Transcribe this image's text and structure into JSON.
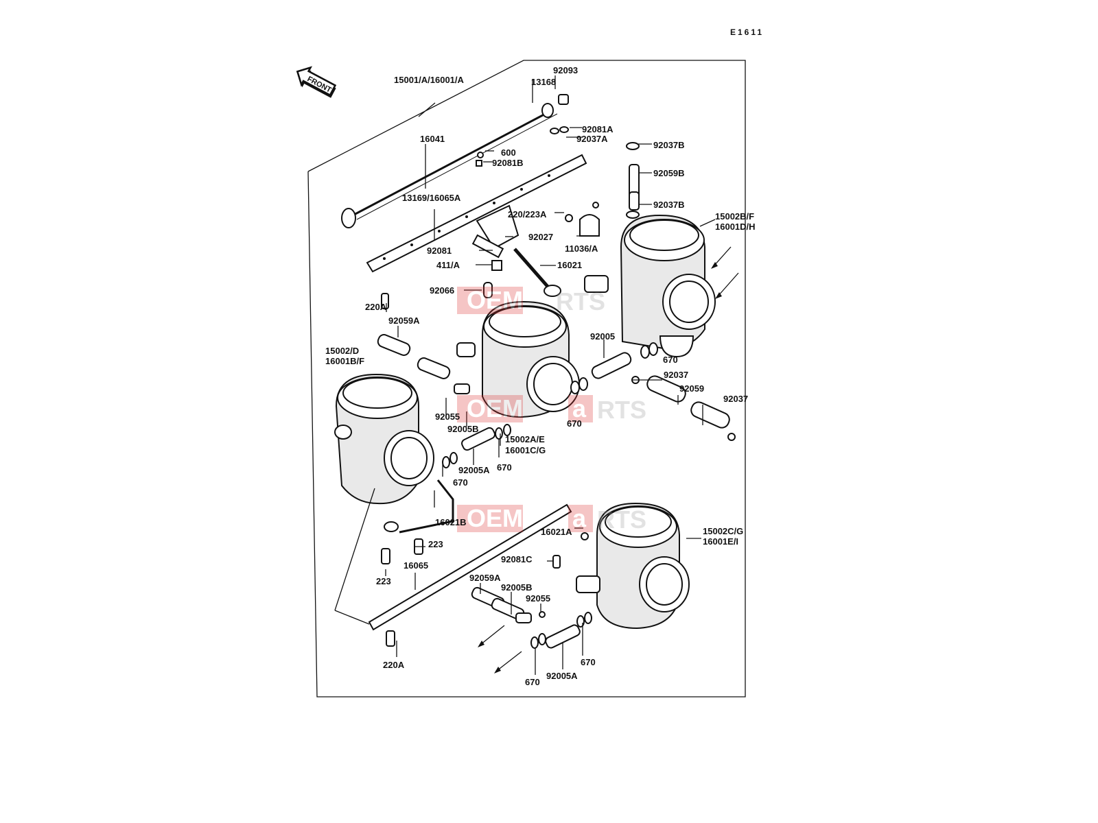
{
  "diagram_code": "E1611",
  "front_label": "FRONT",
  "watermark": {
    "left": "OEM",
    "right": "RTS",
    "accent": "a"
  },
  "callouts": [
    {
      "id": "c01",
      "text": "92093"
    },
    {
      "id": "c02",
      "text": "15001/A/16001/A"
    },
    {
      "id": "c03",
      "text": "13168"
    },
    {
      "id": "c04",
      "text": "92081A"
    },
    {
      "id": "c05",
      "text": "92037A"
    },
    {
      "id": "c06",
      "text": "16041"
    },
    {
      "id": "c07",
      "text": "600"
    },
    {
      "id": "c08",
      "text": "92081B"
    },
    {
      "id": "c09",
      "text": "92037B"
    },
    {
      "id": "c10",
      "text": "92059B"
    },
    {
      "id": "c11",
      "text": "13169/16065A"
    },
    {
      "id": "c12",
      "text": "220/223A"
    },
    {
      "id": "c13",
      "text": "92037B"
    },
    {
      "id": "c14",
      "text": "15002B/F"
    },
    {
      "id": "c15",
      "text": "16001D/H"
    },
    {
      "id": "c16",
      "text": "92027"
    },
    {
      "id": "c17",
      "text": "11036/A"
    },
    {
      "id": "c18",
      "text": "92081"
    },
    {
      "id": "c19",
      "text": "411/A"
    },
    {
      "id": "c20",
      "text": "16021"
    },
    {
      "id": "c21",
      "text": "92066"
    },
    {
      "id": "c22",
      "text": "220A"
    },
    {
      "id": "c23",
      "text": "92059A"
    },
    {
      "id": "c24",
      "text": "92005"
    },
    {
      "id": "c25",
      "text": "670"
    },
    {
      "id": "c26",
      "text": "15002/D"
    },
    {
      "id": "c27",
      "text": "16001B/F"
    },
    {
      "id": "c28",
      "text": "92037"
    },
    {
      "id": "c29",
      "text": "92059"
    },
    {
      "id": "c30",
      "text": "92037"
    },
    {
      "id": "c31",
      "text": "92055"
    },
    {
      "id": "c32",
      "text": "92005B"
    },
    {
      "id": "c33",
      "text": "670"
    },
    {
      "id": "c34",
      "text": "15002A/E"
    },
    {
      "id": "c35",
      "text": "16001C/G"
    },
    {
      "id": "c36",
      "text": "92005A"
    },
    {
      "id": "c37",
      "text": "670"
    },
    {
      "id": "c38",
      "text": "670"
    },
    {
      "id": "c39",
      "text": "16021B"
    },
    {
      "id": "c40",
      "text": "223"
    },
    {
      "id": "c41",
      "text": "15002C/G"
    },
    {
      "id": "c42",
      "text": "16001E/I"
    },
    {
      "id": "c43",
      "text": "16021A"
    },
    {
      "id": "c44",
      "text": "92081C"
    },
    {
      "id": "c45",
      "text": "223"
    },
    {
      "id": "c46",
      "text": "16065"
    },
    {
      "id": "c47",
      "text": "92059A"
    },
    {
      "id": "c48",
      "text": "92005B"
    },
    {
      "id": "c49",
      "text": "92055"
    },
    {
      "id": "c50",
      "text": "670"
    },
    {
      "id": "c51",
      "text": "220A"
    },
    {
      "id": "c52",
      "text": "670"
    },
    {
      "id": "c53",
      "text": "92005A"
    }
  ]
}
